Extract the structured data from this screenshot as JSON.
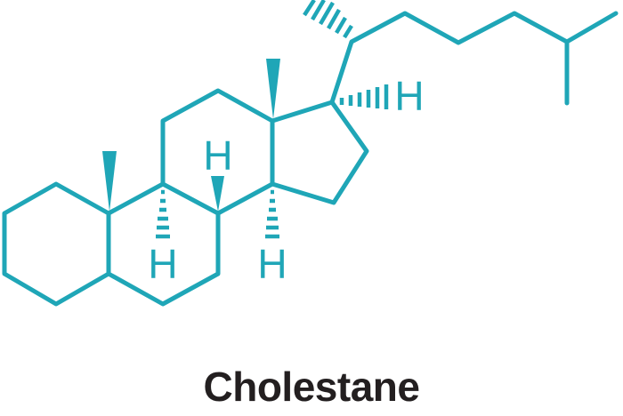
{
  "caption": "Cholestane",
  "atom_labels": {
    "h_c9": "H",
    "h_c8": "H",
    "h_c14": "H",
    "h_c17": "H"
  },
  "colors": {
    "bond": "#1fa6b7",
    "caption": "#231f20",
    "background": "#ffffff"
  }
}
